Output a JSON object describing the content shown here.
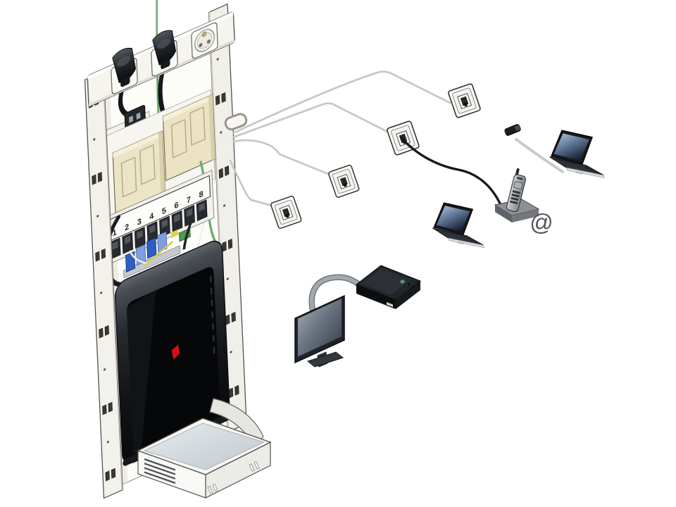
{
  "diagram": {
    "internet_symbol": "@",
    "patch_panel": {
      "port_labels": [
        "1",
        "2",
        "3",
        "4",
        "5",
        "6",
        "7",
        "8"
      ]
    },
    "colors": {
      "background": "#ffffff",
      "cabinet_body": "#f2f1ec",
      "dti_module_beige": "#ebe3c3",
      "green_incoming_cable": "#6cab6c",
      "network_cable_gray": "#c5cac6",
      "phone_line_black": "#17181a",
      "modem_logo_red": "#d01018",
      "rj45_plug_blue": "#2f5ec2",
      "internet_box_top": "#c9d2d7"
    },
    "components": [
      "communication-cabinet",
      "power-socket-strip",
      "power-plug",
      "dti-module",
      "patch-panel",
      "modem-router",
      "internet-box",
      "wall-outlet",
      "laptop",
      "cordless-phone",
      "monitor",
      "set-top-box",
      "network-cable",
      "phone-cable",
      "green-incoming-cable"
    ]
  }
}
